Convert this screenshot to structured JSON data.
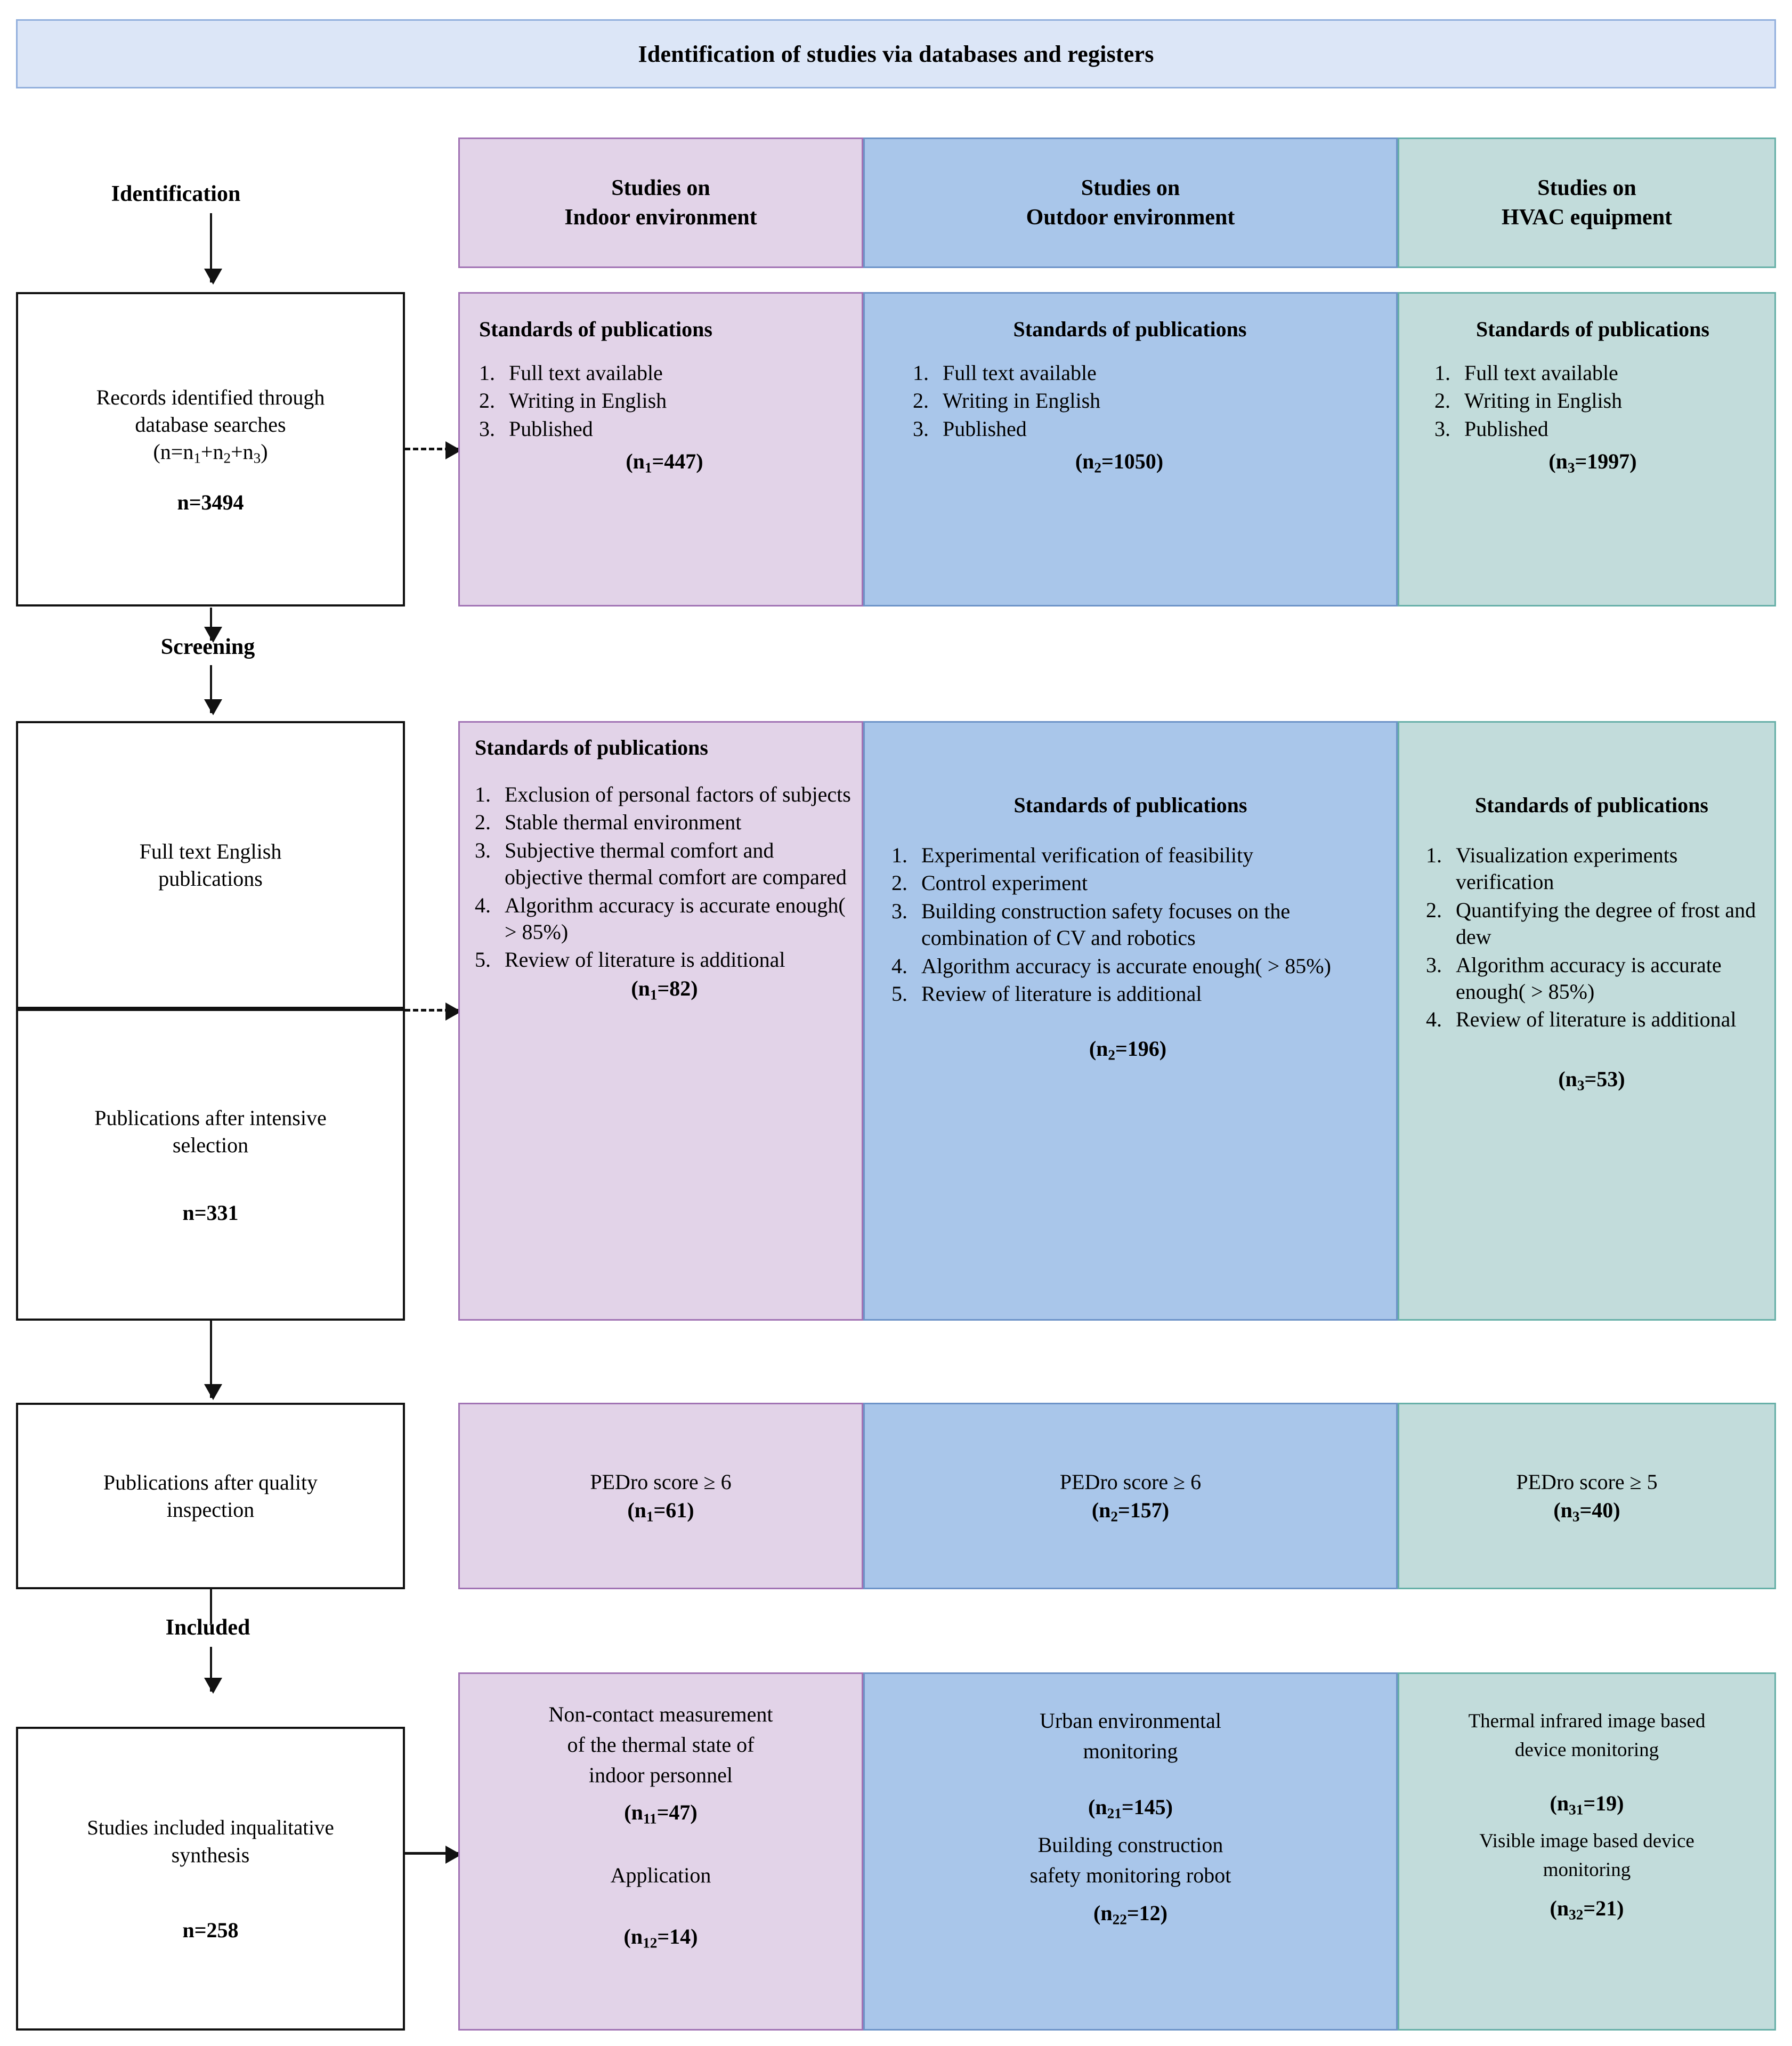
{
  "banner": {
    "title": "Identification of studies via databases and registers"
  },
  "stages": {
    "identification": "Identification",
    "screening": "Screening",
    "included": "Included"
  },
  "column_headers": [
    {
      "line1": "Studies on",
      "line2": "Indoor environment"
    },
    {
      "line1": "Studies on",
      "line2": "Outdoor environment"
    },
    {
      "line1": "Studies on",
      "line2": "HVAC equipment"
    }
  ],
  "left_boxes": {
    "records": {
      "line1": "Records identified through",
      "line2": "database searches",
      "line3": "(n=n",
      "line3_a": "1",
      "line3_b": "+n",
      "line3_c": "2",
      "line3_d": "+n",
      "line3_e": "3",
      "line3_f": ")",
      "total": "n=3494"
    },
    "fulltext": {
      "line1": "Full text English",
      "line2": "publications"
    },
    "intensive": {
      "line1": "Publications after intensive",
      "line2": "selection",
      "total": "n=331"
    },
    "quality": {
      "line1": "Publications after quality",
      "line2": "inspection"
    },
    "synthesis": {
      "line1": "Studies included inqualitative",
      "line2": "synthesis",
      "total": "n=258"
    }
  },
  "row1": {
    "title": "Standards of publications",
    "indoor": {
      "items": [
        "Full text available",
        "Writing in English",
        "Published"
      ],
      "total_prefix": "(n",
      "total_sub": "1",
      "total_value": "=447)"
    },
    "outdoor": {
      "items": [
        "Full text available",
        "Writing in English",
        "Published"
      ],
      "total_prefix": "(n",
      "total_sub": "2",
      "total_value": "=1050)"
    },
    "hvac": {
      "items": [
        "Full text available",
        "Writing in English",
        "Published"
      ],
      "total_prefix": "(n",
      "total_sub": "3",
      "total_value": "=1997)"
    }
  },
  "row2": {
    "title": "Standards of publications",
    "indoor": {
      "items": [
        "Exclusion of personal factors of subjects",
        "Stable thermal environment",
        "Subjective thermal comfort and objective thermal comfort are compared",
        "Algorithm accuracy is accurate enough( >  85%)",
        "Review of literature is additional"
      ],
      "total_prefix": "(n",
      "total_sub": "1",
      "total_value": "=82)"
    },
    "outdoor": {
      "items": [
        "Experimental verification of feasibility",
        "Control experiment",
        "Building construction safety focuses on the combination of CV and robotics",
        "Algorithm accuracy is accurate enough( >  85%)",
        "Review of literature is additional"
      ],
      "total_prefix": "(n",
      "total_sub": "2",
      "total_value": "=196)"
    },
    "hvac": {
      "items": [
        "Visualization experiments verification",
        "Quantifying the degree of frost and dew",
        "Algorithm accuracy is accurate enough( > 85%)",
        "Review of literature is additional"
      ],
      "total_prefix": "(n",
      "total_sub": "3",
      "total_value": "=53)"
    }
  },
  "row3": {
    "indoor": {
      "score": "PEDro score ≥ 6",
      "total_prefix": "(n",
      "total_sub": "1",
      "total_value": "=61)"
    },
    "outdoor": {
      "score": "PEDro score ≥ 6",
      "total_prefix": "(n",
      "total_sub": "2",
      "total_value": "=157)"
    },
    "hvac": {
      "score": "PEDro score ≥ 5",
      "total_prefix": "(n",
      "total_sub": "3",
      "total_value": "=40)"
    }
  },
  "row4": {
    "indoor": {
      "text1_l1": "Non-contact measurement",
      "text1_l2": "of the thermal state of",
      "text1_l3": "indoor personnel",
      "total1_prefix": "(n",
      "total1_sub": "11",
      "total1_value": "=47)",
      "text2": "Application",
      "total2_prefix": "(n",
      "total2_sub": "12",
      "total2_value": "=14)"
    },
    "outdoor": {
      "text1_l1": "Urban environmental",
      "text1_l2": "monitoring",
      "total1_prefix": "(n",
      "total1_sub": "21",
      "total1_value": "=145)",
      "text2_l1": "Building construction",
      "text2_l2": "safety monitoring robot",
      "total2_prefix": "(n",
      "total2_sub": "22",
      "total2_value": "=12)"
    },
    "hvac": {
      "text1_l1": "Thermal infrared image based",
      "text1_l2": "device monitoring",
      "total1_prefix": "(n",
      "total1_sub": "31",
      "total1_value": "=19)",
      "text2_l1": "Visible image based device",
      "text2_l2": "monitoring",
      "total2_prefix": "(n",
      "total2_sub": "32",
      "total2_value": "=21)"
    }
  },
  "colors": {
    "banner_bg": "#dce6f7",
    "banner_border": "#93b0dd",
    "pink_bg": "#e2d3e8",
    "pink_border": "#a173b4",
    "blue_bg": "#a9c6ea",
    "blue_border": "#6d93c8",
    "green_bg": "#c2dcdb",
    "green_border": "#67b0a8"
  }
}
